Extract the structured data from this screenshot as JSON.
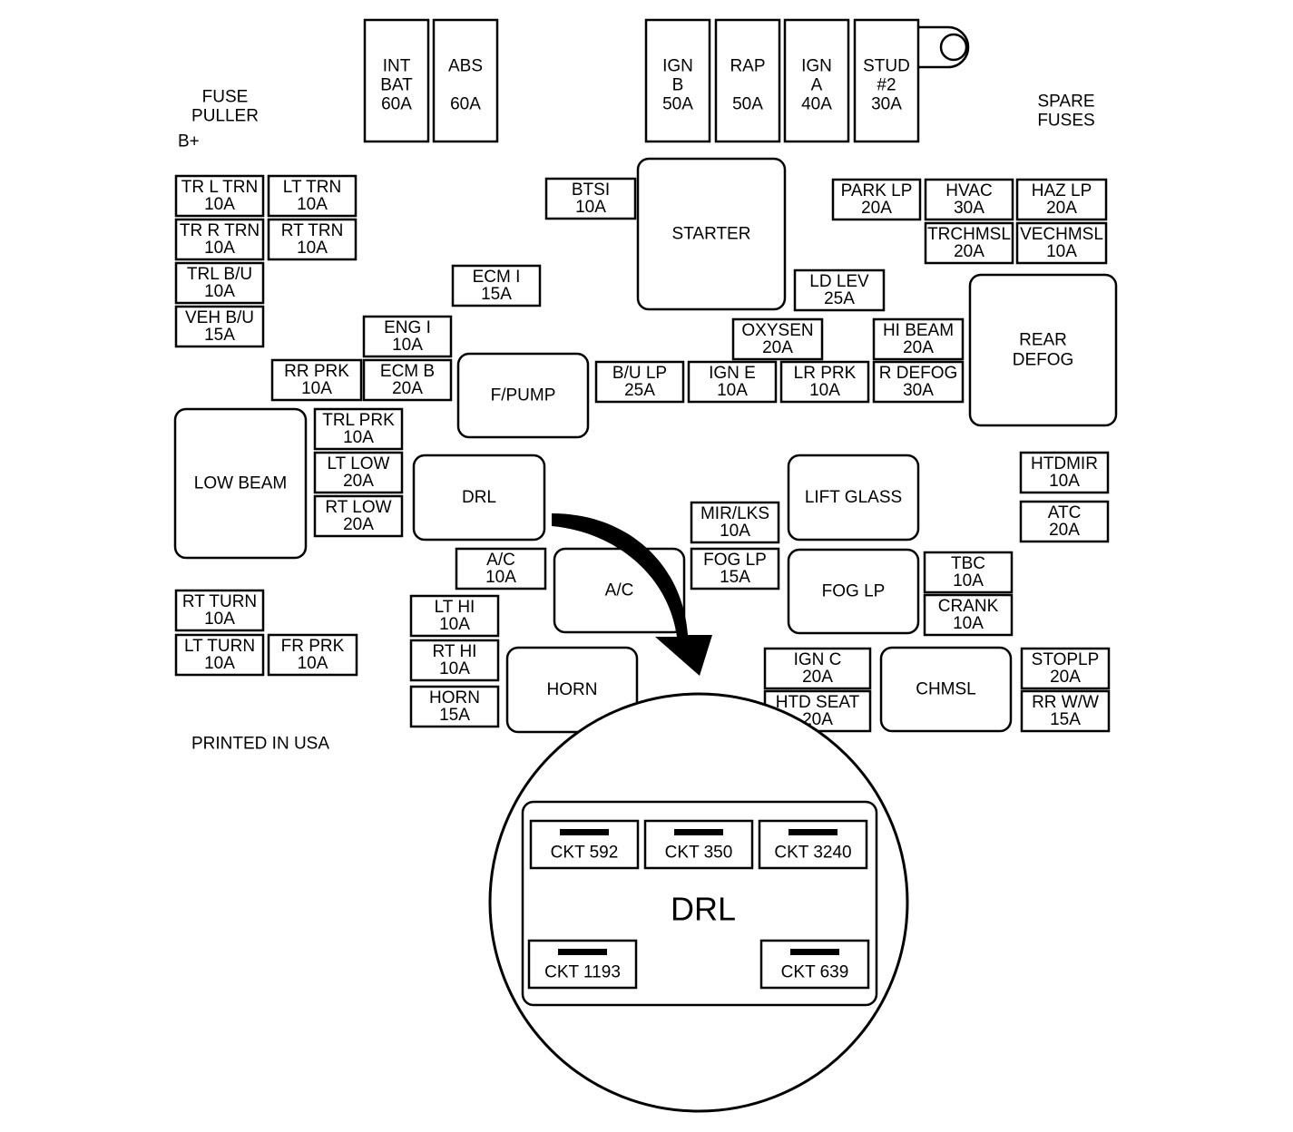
{
  "fuse_box": {
    "free_labels": [
      {
        "id": "fuse-puller-label",
        "lines": [
          "FUSE",
          "PULLER"
        ]
      },
      {
        "id": "b-plus-label",
        "lines": [
          "B+"
        ]
      },
      {
        "id": "spare-fuses-label",
        "lines": [
          "SPARE",
          "FUSES"
        ]
      },
      {
        "id": "printed-in-usa-label",
        "lines": [
          "PRINTED IN USA"
        ]
      }
    ],
    "maxi_fuses": [
      {
        "id": "int-bat",
        "lines": [
          "INT",
          "BAT",
          "60A"
        ]
      },
      {
        "id": "abs",
        "lines": [
          "ABS",
          "",
          "60A"
        ]
      },
      {
        "id": "ign-b",
        "lines": [
          "IGN",
          "B",
          "50A"
        ]
      },
      {
        "id": "rap",
        "lines": [
          "RAP",
          "",
          "50A"
        ]
      },
      {
        "id": "ign-a",
        "lines": [
          "IGN",
          "A",
          "40A"
        ]
      },
      {
        "id": "stud-2",
        "lines": [
          "STUD",
          "#2",
          "30A"
        ]
      }
    ],
    "mini_fuses": [
      {
        "id": "tr-l-trn",
        "lines": [
          "TR L TRN",
          "10A"
        ]
      },
      {
        "id": "lt-trn",
        "lines": [
          "LT TRN",
          "10A"
        ]
      },
      {
        "id": "tr-r-trn",
        "lines": [
          "TR R TRN",
          "10A"
        ]
      },
      {
        "id": "rt-trn",
        "lines": [
          "RT TRN",
          "10A"
        ]
      },
      {
        "id": "trl-b-u",
        "lines": [
          "TRL B/U",
          "10A"
        ]
      },
      {
        "id": "veh-b-u",
        "lines": [
          "VEH B/U",
          "15A"
        ]
      },
      {
        "id": "btsi",
        "lines": [
          "BTSI",
          "10A"
        ]
      },
      {
        "id": "ecm-i",
        "lines": [
          "ECM I",
          "15A"
        ]
      },
      {
        "id": "eng-i",
        "lines": [
          "ENG I",
          "10A"
        ]
      },
      {
        "id": "rr-prk",
        "lines": [
          "RR PRK",
          "10A"
        ]
      },
      {
        "id": "ecm-b",
        "lines": [
          "ECM B",
          "20A"
        ]
      },
      {
        "id": "park-lp",
        "lines": [
          "PARK LP",
          "20A"
        ]
      },
      {
        "id": "hvac",
        "lines": [
          "HVAC",
          "30A"
        ]
      },
      {
        "id": "haz-lp",
        "lines": [
          "HAZ LP",
          "20A"
        ]
      },
      {
        "id": "trchmsl",
        "lines": [
          "TRCHMSL",
          "20A"
        ]
      },
      {
        "id": "vechmsl",
        "lines": [
          "VECHMSL",
          "10A"
        ]
      },
      {
        "id": "ld-lev",
        "lines": [
          "LD LEV",
          "25A"
        ]
      },
      {
        "id": "oxysen",
        "lines": [
          "OXYSEN",
          "20A"
        ]
      },
      {
        "id": "hi-beam",
        "lines": [
          "HI BEAM",
          "20A"
        ]
      },
      {
        "id": "b-u-lp",
        "lines": [
          "B/U LP",
          "25A"
        ]
      },
      {
        "id": "ign-e",
        "lines": [
          "IGN E",
          "10A"
        ]
      },
      {
        "id": "lr-prk",
        "lines": [
          "LR PRK",
          "10A"
        ]
      },
      {
        "id": "r-defog",
        "lines": [
          "R DEFOG",
          "30A"
        ]
      },
      {
        "id": "trl-prk",
        "lines": [
          "TRL PRK",
          "10A"
        ]
      },
      {
        "id": "lt-low",
        "lines": [
          "LT LOW",
          "20A"
        ]
      },
      {
        "id": "rt-low",
        "lines": [
          "RT LOW",
          "20A"
        ]
      },
      {
        "id": "htdmir",
        "lines": [
          "HTDMIR",
          "10A"
        ]
      },
      {
        "id": "atc",
        "lines": [
          "ATC",
          "20A"
        ]
      },
      {
        "id": "mir-lks",
        "lines": [
          "MIR/LKS",
          "10A"
        ]
      },
      {
        "id": "a-c-fuse",
        "lines": [
          "A/C",
          "10A"
        ]
      },
      {
        "id": "fog-lp-fuse",
        "lines": [
          "FOG LP",
          "15A"
        ]
      },
      {
        "id": "tbc",
        "lines": [
          "TBC",
          "10A"
        ]
      },
      {
        "id": "crank",
        "lines": [
          "CRANK",
          "10A"
        ]
      },
      {
        "id": "rt-turn",
        "lines": [
          "RT TURN",
          "10A"
        ]
      },
      {
        "id": "lt-turn",
        "lines": [
          "LT TURN",
          "10A"
        ]
      },
      {
        "id": "fr-prk",
        "lines": [
          "FR PRK",
          "10A"
        ]
      },
      {
        "id": "lt-hi",
        "lines": [
          "LT HI",
          "10A"
        ]
      },
      {
        "id": "rt-hi",
        "lines": [
          "RT HI",
          "10A"
        ]
      },
      {
        "id": "horn-fuse",
        "lines": [
          "HORN",
          "15A"
        ]
      },
      {
        "id": "ign-c",
        "lines": [
          "IGN C",
          "20A"
        ]
      },
      {
        "id": "htd-seat",
        "lines": [
          "HTD SEAT",
          "20A"
        ]
      },
      {
        "id": "stoplp",
        "lines": [
          "STOPLP",
          "20A"
        ]
      },
      {
        "id": "rr-w-w",
        "lines": [
          "RR W/W",
          "15A"
        ]
      }
    ],
    "relays": [
      {
        "id": "starter",
        "lines": [
          "STARTER"
        ]
      },
      {
        "id": "rear-defog",
        "lines": [
          "REAR",
          "DEFOG"
        ]
      },
      {
        "id": "f-pump",
        "lines": [
          "F/PUMP"
        ]
      },
      {
        "id": "low-beam",
        "lines": [
          "LOW BEAM"
        ]
      },
      {
        "id": "drl",
        "lines": [
          "DRL"
        ]
      },
      {
        "id": "lift-glass",
        "lines": [
          "LIFT GLASS"
        ]
      },
      {
        "id": "a-c-relay",
        "lines": [
          "A/C"
        ]
      },
      {
        "id": "fog-lp-relay",
        "lines": [
          "FOG LP"
        ]
      },
      {
        "id": "horn-relay",
        "lines": [
          "HORN"
        ]
      },
      {
        "id": "chmsl",
        "lines": [
          "CHMSL"
        ]
      }
    ]
  },
  "detail": {
    "title": "DRL",
    "terminals": [
      {
        "id": "ckt-592",
        "label": "CKT 592"
      },
      {
        "id": "ckt-350",
        "label": "CKT 350"
      },
      {
        "id": "ckt-3240",
        "label": "CKT 3240"
      },
      {
        "id": "ckt-1193",
        "label": "CKT 1193"
      },
      {
        "id": "ckt-639",
        "label": "CKT 639"
      }
    ]
  }
}
